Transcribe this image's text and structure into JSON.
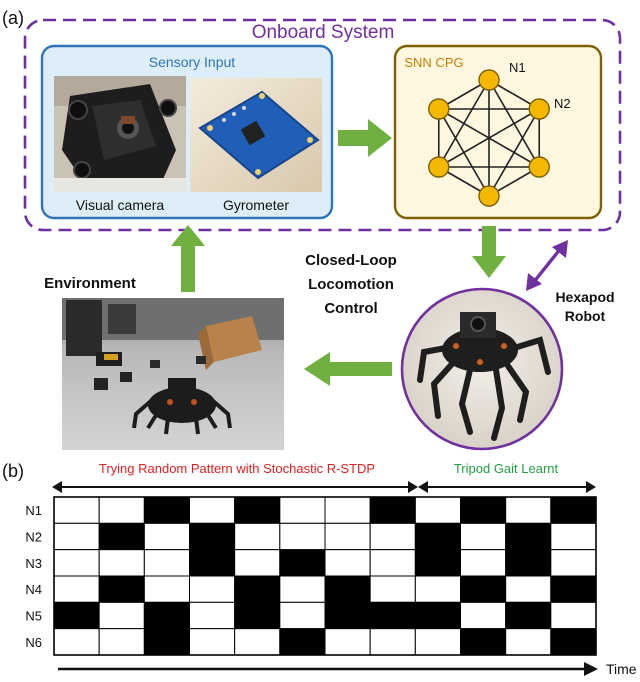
{
  "panel_a": {
    "label": "(a)",
    "onboard_title": "Onboard System",
    "sensory_title": "Sensory Input",
    "camera_label": "Visual camera",
    "gyro_label": "Gyrometer",
    "snn_title": "SNN CPG",
    "node_n1": "N1",
    "node_n2": "N2",
    "loop_line1": "Closed-Loop",
    "loop_line2": "Locomotion",
    "loop_line3": "Control",
    "environment_label": "Environment",
    "hexapod_line1": "Hexapod",
    "hexapod_line2": "Robot",
    "colors": {
      "onboard_border": "#7030a0",
      "sensory_border": "#2e75b6",
      "sensory_fill": "#ddeef8",
      "snn_border": "#7f6000",
      "snn_fill": "#fff7e0",
      "node_fill": "#f5b800",
      "arrow_green": "#70b040",
      "arrow_purple": "#7030a0"
    }
  },
  "panel_b": {
    "label": "(b)",
    "random_label": "Trying Random Pattern with Stochastic R-STDP",
    "tripod_label": "Tripod Gait Learnt",
    "time_label": "Time",
    "random_color": "#e02020",
    "tripod_color": "#22a040",
    "rows": [
      "N1",
      "N2",
      "N3",
      "N4",
      "N5",
      "N6"
    ],
    "pattern": [
      [
        0,
        0,
        1,
        0,
        1,
        0,
        0,
        1,
        0,
        1,
        0,
        1
      ],
      [
        0,
        1,
        0,
        1,
        0,
        0,
        0,
        0,
        1,
        0,
        1,
        0
      ],
      [
        0,
        0,
        0,
        1,
        0,
        1,
        0,
        0,
        1,
        0,
        1,
        0
      ],
      [
        0,
        1,
        0,
        0,
        1,
        0,
        1,
        0,
        0,
        1,
        0,
        1
      ],
      [
        1,
        0,
        1,
        0,
        1,
        0,
        1,
        1,
        1,
        0,
        1,
        0
      ],
      [
        0,
        0,
        1,
        0,
        0,
        1,
        0,
        0,
        0,
        1,
        0,
        1
      ]
    ]
  }
}
